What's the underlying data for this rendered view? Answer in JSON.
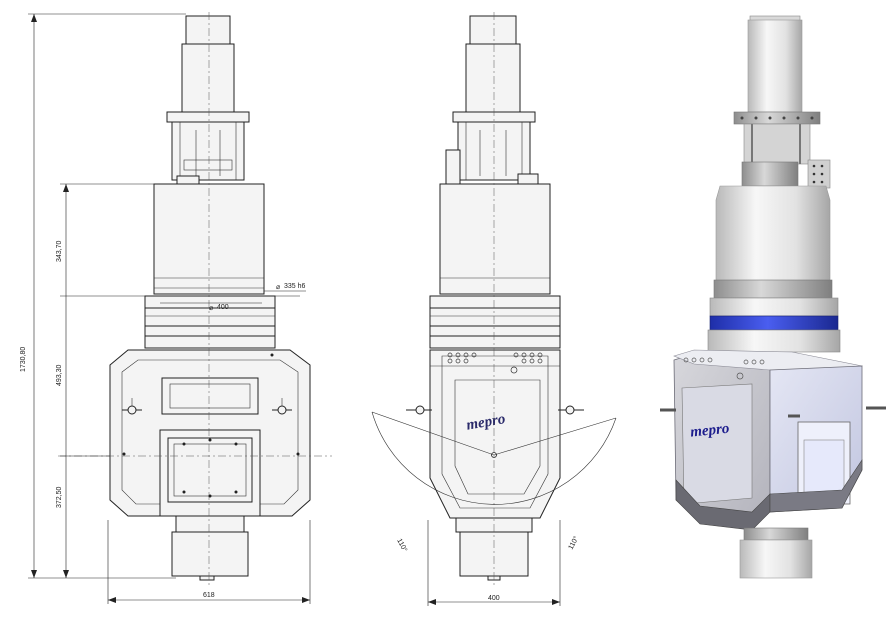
{
  "dimensions": {
    "total_height": "1730,80",
    "upper_height": "343,70",
    "middle_height": "493,30",
    "lower_height": "372,50",
    "width_front": "618",
    "width_side": "400",
    "diameter_flange": "400",
    "diameter_shaft": "335 h6",
    "angle_left": "110°",
    "angle_right": "110°"
  },
  "branding": {
    "logo_side": "mepro",
    "logo_render": "mepro"
  },
  "colors": {
    "line": "#222222",
    "render_accent": "#2b3fd0",
    "render_logo": "#1c1c8c"
  }
}
